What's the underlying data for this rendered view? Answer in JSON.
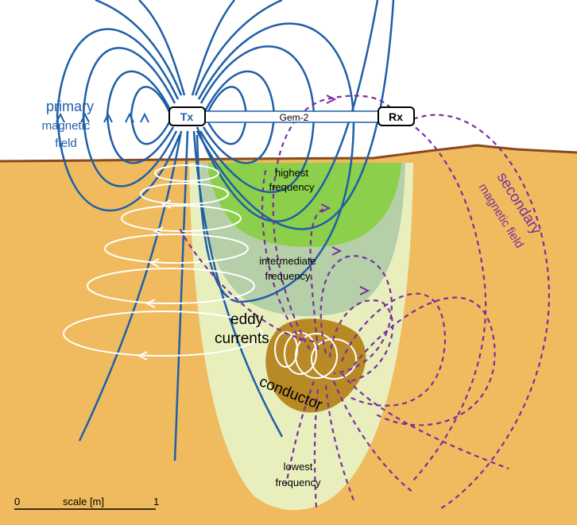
{
  "colors": {
    "ground": "#efbb5e",
    "surface_line": "#8a4a1e",
    "primary_field": "#1f5fa8",
    "secondary_field": "#7a2f9e",
    "eddy_current": "#ffffff",
    "conductor": "#b88a25",
    "highest_zone": "#8ccf4a",
    "intermediate_zone": "#b5cfa8",
    "lowest_zone": "#e8efbd"
  },
  "instrument": {
    "tx_label": "Tx",
    "rx_label": "Rx",
    "boom_label": "Gem-2"
  },
  "labels": {
    "primary_line1": "primary",
    "primary_line2": "magnetic",
    "primary_line3": "field",
    "secondary": "secondary",
    "secondary_field": "magnetic field",
    "highest_line1": "highest",
    "highest_line2": "frequency",
    "intermediate_line1": "intermediate",
    "intermediate_line2": "frequency",
    "lowest_line1": "lowest",
    "lowest_line2": "frequency",
    "eddy_line1": "eddy",
    "eddy_line2": "currents",
    "conductor": "conductor"
  },
  "scale_bar": {
    "start": "0",
    "label": "scale [m]",
    "end": "1"
  },
  "icons": [
    "up-arrow-icon",
    "left-arrow-icon",
    "right-arrow-icon"
  ]
}
